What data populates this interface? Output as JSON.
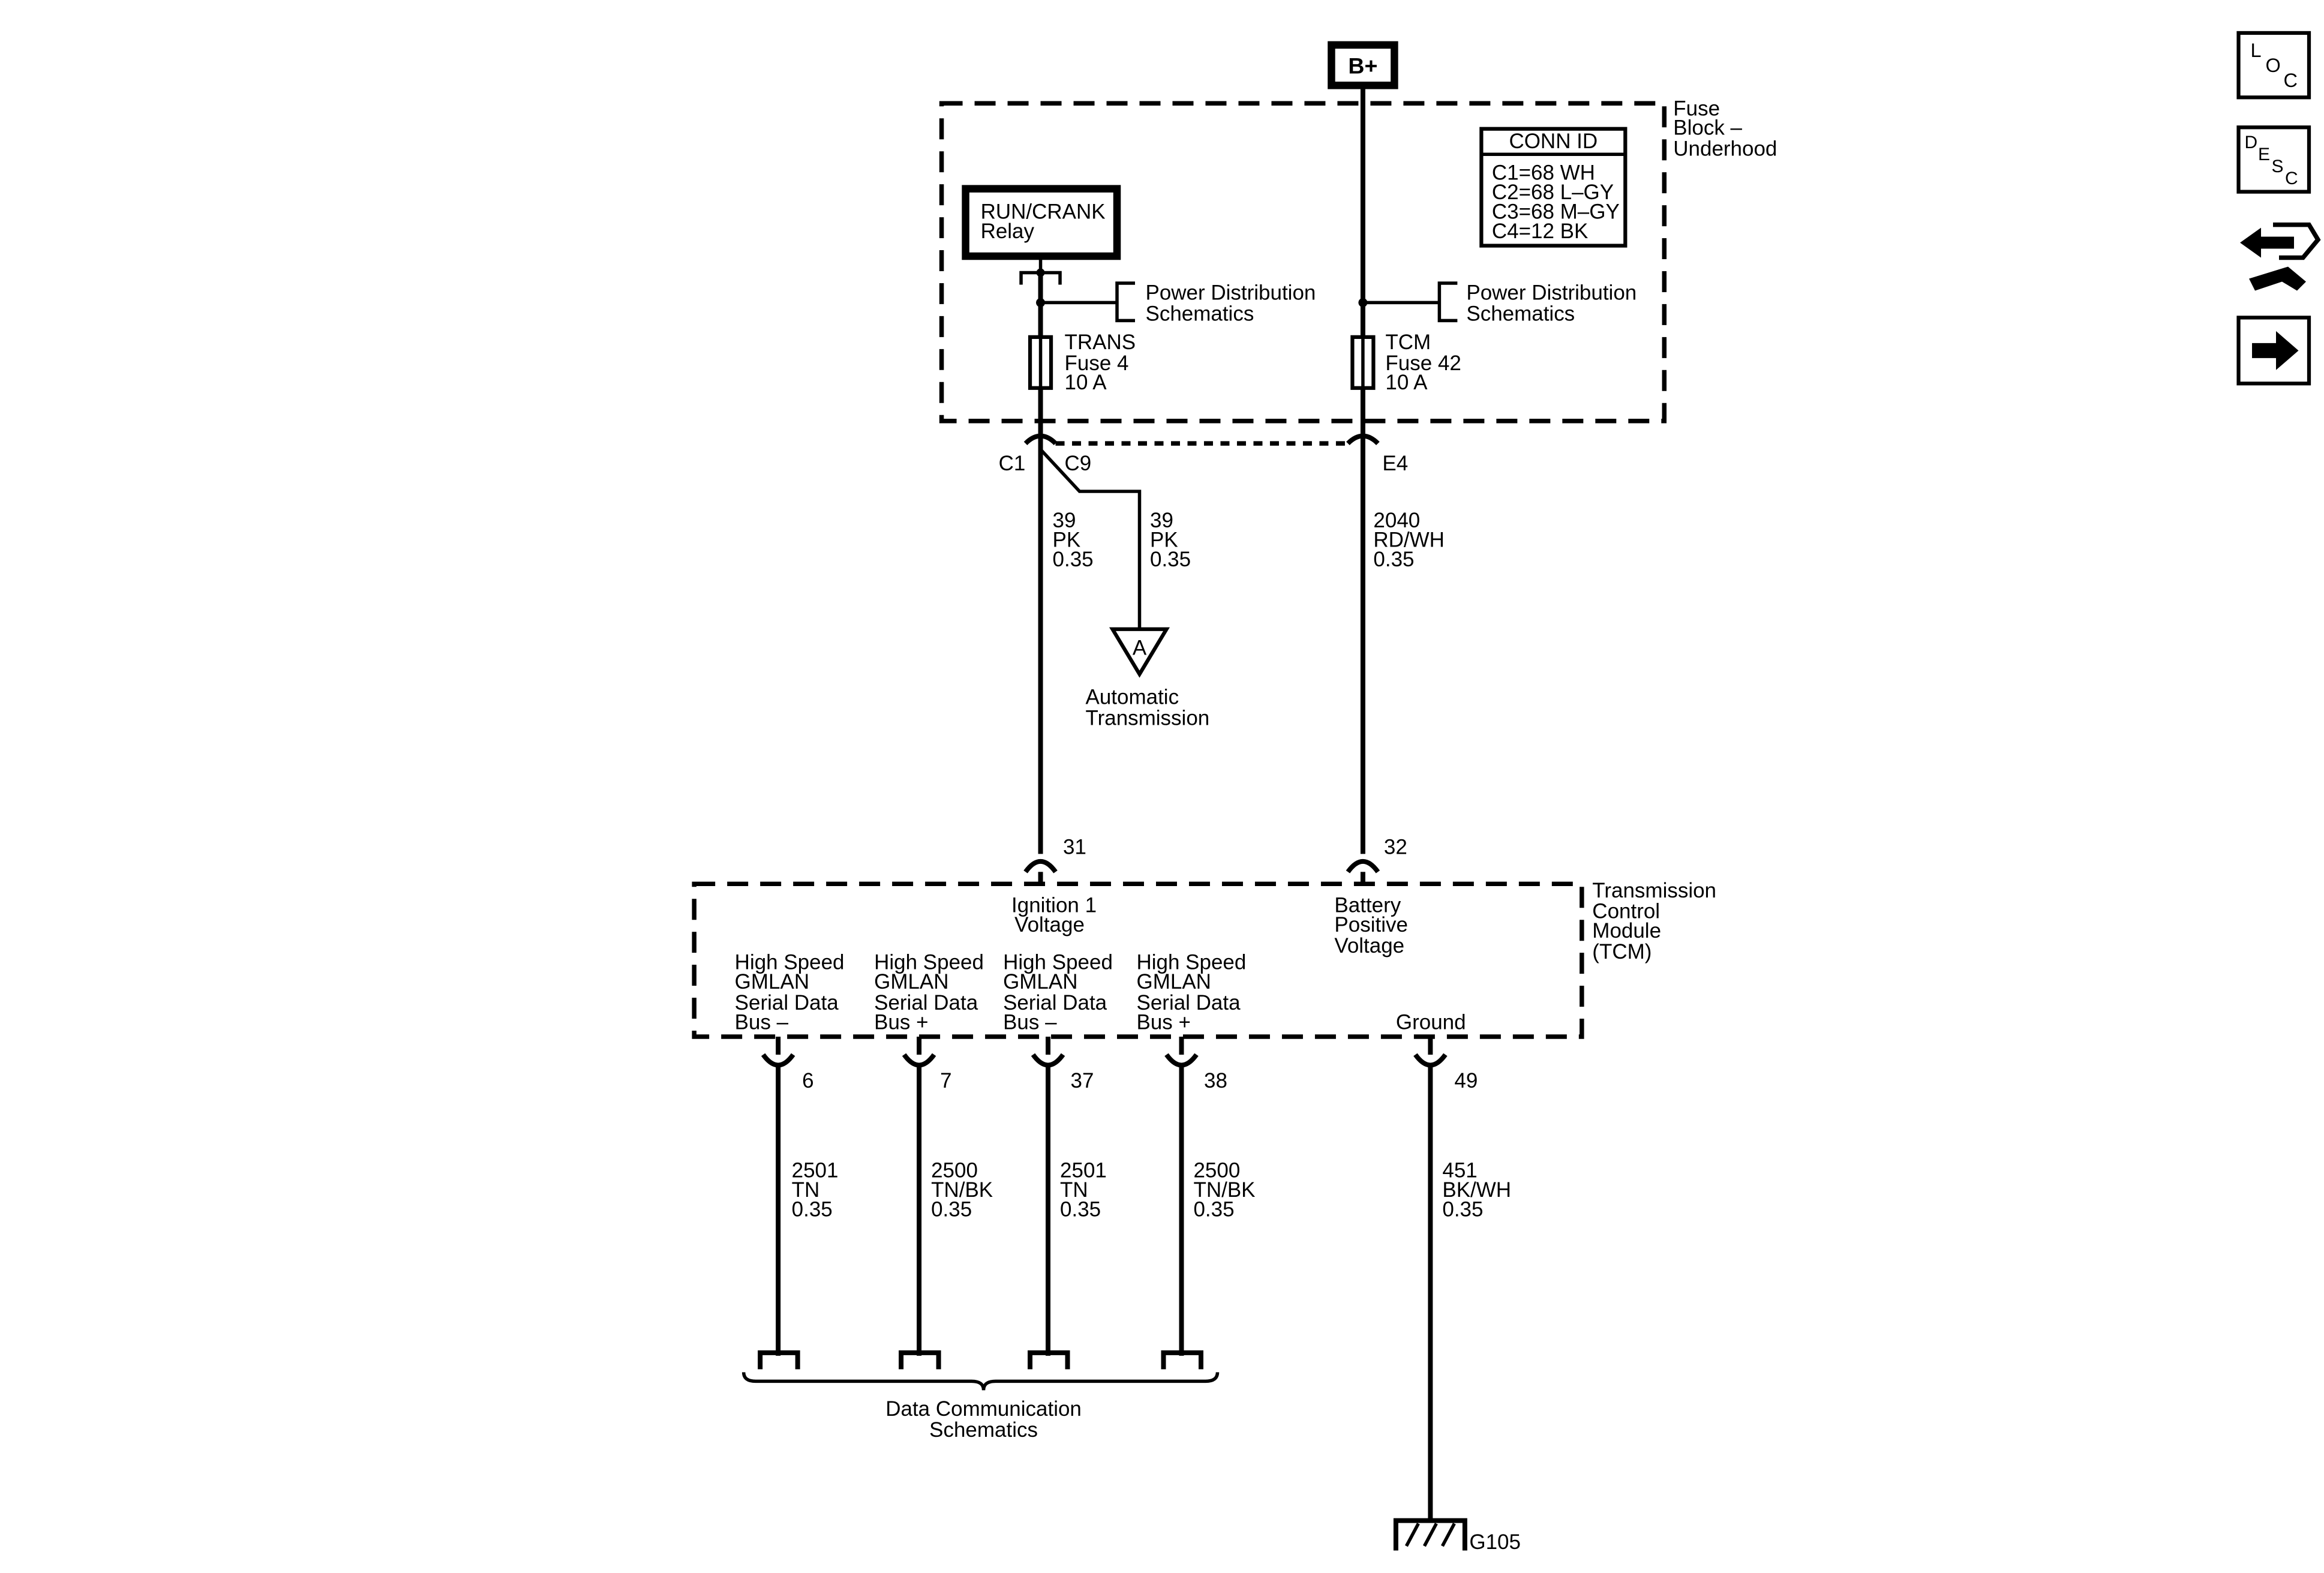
{
  "power_source": {
    "label": "B+"
  },
  "fuse_block": {
    "name_lines": [
      "Fuse",
      "Block –",
      "Underhood"
    ],
    "conn_id": {
      "title": "CONN ID",
      "lines": [
        "C1=68 WH",
        "C2=68 L–GY",
        "C3=68 M–GY",
        "C4=12 BK"
      ]
    },
    "relay": {
      "lines": [
        "RUN/CRANK",
        "Relay"
      ]
    },
    "power_dist_left": [
      "Power Distribution",
      "Schematics"
    ],
    "power_dist_right": [
      "Power Distribution",
      "Schematics"
    ],
    "fuse_trans": [
      "TRANS",
      "Fuse 4",
      "10 A"
    ],
    "fuse_tcm": [
      "TCM",
      "Fuse 42",
      "10 A"
    ]
  },
  "connectors": {
    "c1": "C1",
    "c9": "C9",
    "e4": "E4",
    "pin31": "31",
    "pin32": "32",
    "pin6": "6",
    "pin7": "7",
    "pin37": "37",
    "pin38": "38",
    "pin49": "49"
  },
  "wires": {
    "ign_main": [
      "39",
      "PK",
      "0.35"
    ],
    "ign_branch": [
      "39",
      "PK",
      "0.35"
    ],
    "batt": [
      "2040",
      "RD/WH",
      "0.35"
    ],
    "w6": [
      "2501",
      "TN",
      "0.35"
    ],
    "w7": [
      "2500",
      "TN/BK",
      "0.35"
    ],
    "w37": [
      "2501",
      "TN",
      "0.35"
    ],
    "w38": [
      "2500",
      "TN/BK",
      "0.35"
    ],
    "w49": [
      "451",
      "BK/WH",
      "0.35"
    ]
  },
  "offpage": {
    "letter": "A",
    "lines": [
      "Automatic",
      "Transmission"
    ]
  },
  "tcm": {
    "name_lines": [
      "Transmission",
      "Control",
      "Module",
      "(TCM)"
    ],
    "ign_label": [
      "Ignition 1",
      "Voltage"
    ],
    "batt_label": [
      "Battery",
      "Positive",
      "Voltage"
    ],
    "bus1": [
      "High Speed",
      "GMLAN",
      "Serial Data",
      "Bus –"
    ],
    "bus2": [
      "High Speed",
      "GMLAN",
      "Serial Data",
      "Bus +"
    ],
    "bus3": [
      "High Speed",
      "GMLAN",
      "Serial Data",
      "Bus –"
    ],
    "bus4": [
      "High Speed",
      "GMLAN",
      "Serial Data",
      "Bus +"
    ],
    "ground_label": "Ground"
  },
  "data_comm": [
    "Data Communication",
    "Schematics"
  ],
  "ground": {
    "label": "G105"
  },
  "side_icons": {
    "loc": [
      "L",
      "O",
      "C"
    ],
    "desc": [
      "D",
      "E",
      "S",
      "C"
    ],
    "names": [
      "loc-icon",
      "desc-icon",
      "connector-tool-icon",
      "next-arrow-icon"
    ]
  },
  "colors": {
    "ink": "#000000",
    "paper": "#ffffff"
  }
}
